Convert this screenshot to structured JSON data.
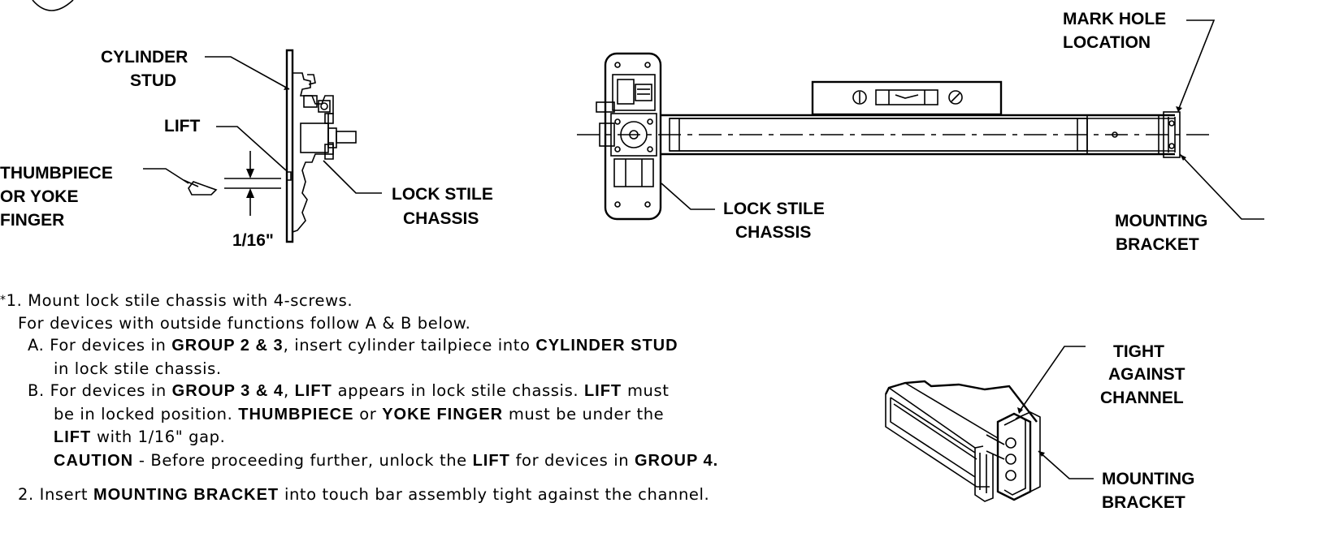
{
  "left_diagram": {
    "cylinder_stud": [
      "CYLINDER",
      "STUD"
    ],
    "lift": "LIFT",
    "thumbpiece": [
      "THUMBPIECE",
      "OR YOKE",
      "FINGER"
    ],
    "gap": "1/16\"",
    "lock_stile_chassis": [
      "LOCK STILE",
      "CHASSIS"
    ]
  },
  "right_diagram": {
    "mark_hole": [
      "MARK HOLE",
      "LOCATION"
    ],
    "lock_stile_chassis": [
      "LOCK STILE",
      "CHASSIS"
    ],
    "mounting_bracket": [
      "MOUNTING",
      "BRACKET"
    ]
  },
  "bracket_detail": {
    "tight": [
      "TIGHT",
      "AGAINST",
      "CHANNEL"
    ],
    "mounting_bracket": [
      "MOUNTING",
      "BRACKET"
    ]
  },
  "instructions": {
    "star": "*",
    "step1": "1. Mount lock stile chassis with 4-screws.",
    "step1_sub": "For devices with outside functions follow A & B below.",
    "a_pre": "A. For devices in ",
    "a_group": "GROUP 2 & 3",
    "a_mid": ", insert cylinder tailpiece into ",
    "a_stud": "CYLINDER STUD",
    "a_post": "in lock stile chassis.",
    "b_pre": "B. For devices in ",
    "b_group": "GROUP 3 & 4",
    "b_comma": ", ",
    "b_lift": "LIFT",
    "b_mid": " appears in lock stile chassis. ",
    "b_lift2": "LIFT",
    "b_must": " must",
    "b2_pre": "be in locked position.  ",
    "b2_thumb": "THUMBPIECE",
    "b2_or": " or ",
    "b2_yoke": "YOKE FINGER",
    "b2_post": " must be under the",
    "b3_lift": "LIFT",
    "b3_post": " with 1/16\" gap.",
    "caution": "CAUTION",
    "caution_mid": " - Before proceeding further, unlock the ",
    "caution_lift": "LIFT",
    "caution_mid2": " for devices in ",
    "caution_group": "GROUP 4.",
    "step2_pre": "2. Insert ",
    "step2_bracket": "MOUNTING BRACKET",
    "step2_post": " into touch bar assembly tight against the channel."
  }
}
